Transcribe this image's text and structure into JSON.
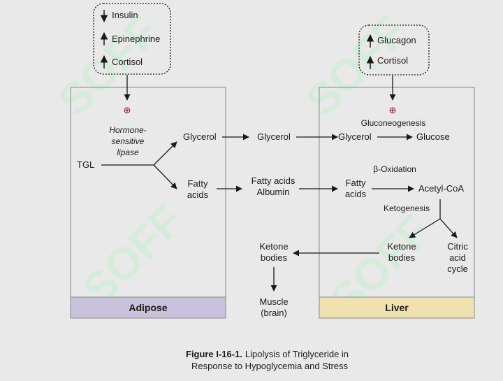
{
  "regulators_adipose": {
    "insulin": "Insulin",
    "epinephrine": "Epinephrine",
    "cortisol": "Cortisol"
  },
  "regulators_liver": {
    "glucagon": "Glucagon",
    "cortisol": "Cortisol"
  },
  "plus_symbol": "⊕",
  "adipose": {
    "label": "Adipose",
    "tgl": "TGL",
    "enzyme": [
      "Hormone-",
      "sensitive",
      "lipase"
    ],
    "glycerol": "Glycerol",
    "fatty_acids": [
      "Fatty",
      "acids"
    ]
  },
  "blood": {
    "glycerol": "Glycerol",
    "fatty_acids_albumin": [
      "Fatty acids",
      "Albumin"
    ],
    "ketone_bodies": [
      "Ketone",
      "bodies"
    ],
    "muscle": [
      "Muscle",
      "(brain)"
    ]
  },
  "liver": {
    "label": "Liver",
    "gluconeogenesis": "Gluconeogenesis",
    "glycerol": "Glycerol",
    "glucose": "Glucose",
    "beta_oxidation": "β-Oxidation",
    "fatty_acids": [
      "Fatty",
      "acids"
    ],
    "acetyl_coa": "Acetyl-CoA",
    "ketogenesis": "Ketogenesis",
    "ketone_bodies": [
      "Ketone",
      "bodies"
    ],
    "citric_acid_cycle": [
      "Citric",
      "acid",
      "cycle"
    ]
  },
  "caption": {
    "figure_label": "Figure I-16-1.",
    "line1": "Lipolysis of Triglyceride in",
    "line2": "Response to Hypoglycemia and Stress"
  },
  "watermark": "SOFF",
  "colors": {
    "adipose_band": "#c9c2dc",
    "liver_band": "#f0e2b0",
    "watermark": "#c7f0cf"
  }
}
